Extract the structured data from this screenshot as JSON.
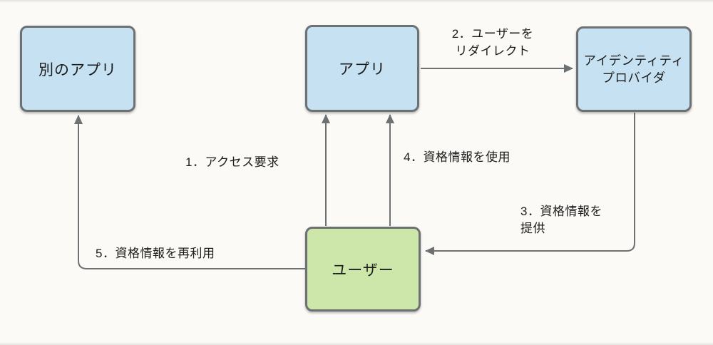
{
  "diagram": {
    "colors": {
      "background": "#fbfaf6",
      "node_blue": "#c6e2f2",
      "node_green": "#cde6aa",
      "border": "#6e7173",
      "arrow": "#6e7173",
      "text": "#1c1c1c"
    },
    "nodes": [
      {
        "id": "other-app",
        "label": "別のアプリ",
        "fill": "#c6e2f2"
      },
      {
        "id": "app",
        "label": "アプリ",
        "fill": "#c6e2f2"
      },
      {
        "id": "idp",
        "label_line1": "アイデンティティ",
        "label_line2": "プロバイダ",
        "fill": "#c6e2f2"
      },
      {
        "id": "user",
        "label": "ユーザー",
        "fill": "#cde6aa"
      }
    ],
    "edges": [
      {
        "step": "1",
        "from": "user",
        "to": "app",
        "label": "1．アクセス要求"
      },
      {
        "step": "2",
        "from": "app",
        "to": "idp",
        "label_line1": "2．ユーザーを",
        "label_line2": "リダイレクト"
      },
      {
        "step": "3",
        "from": "idp",
        "to": "user",
        "label_line1": "3．資格情報を",
        "label_line2": "提供"
      },
      {
        "step": "4",
        "from": "user",
        "to": "app",
        "label": "4．資格情報を使用"
      },
      {
        "step": "5",
        "from": "user",
        "to": "other-app",
        "label": "5．資格情報を再利用"
      }
    ]
  }
}
